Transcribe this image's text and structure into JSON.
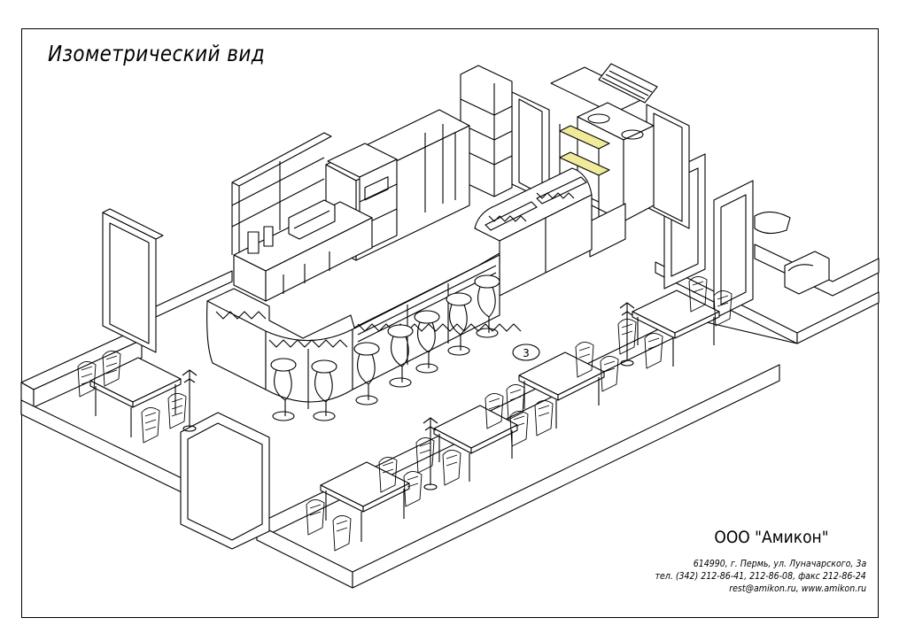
{
  "title": "Изометрический вид",
  "company": {
    "name": "ООО \"Амикон\"",
    "address": "614990, г. Пермь, ул. Луначарского, 3а",
    "phones": "тел. (342) 212-86-41, 212-86-08, факс 212-86-24",
    "contacts": "rest@amikon.ru, www.amikon.ru"
  },
  "zone_label": "3",
  "colors": {
    "line": "#000000",
    "paper": "#ffffff",
    "highlight": "#f0eb9a"
  },
  "drawing": {
    "tables": [
      1,
      2,
      3,
      4,
      5
    ],
    "bar_stools": [
      1,
      2,
      3,
      4,
      5,
      6,
      7
    ]
  }
}
